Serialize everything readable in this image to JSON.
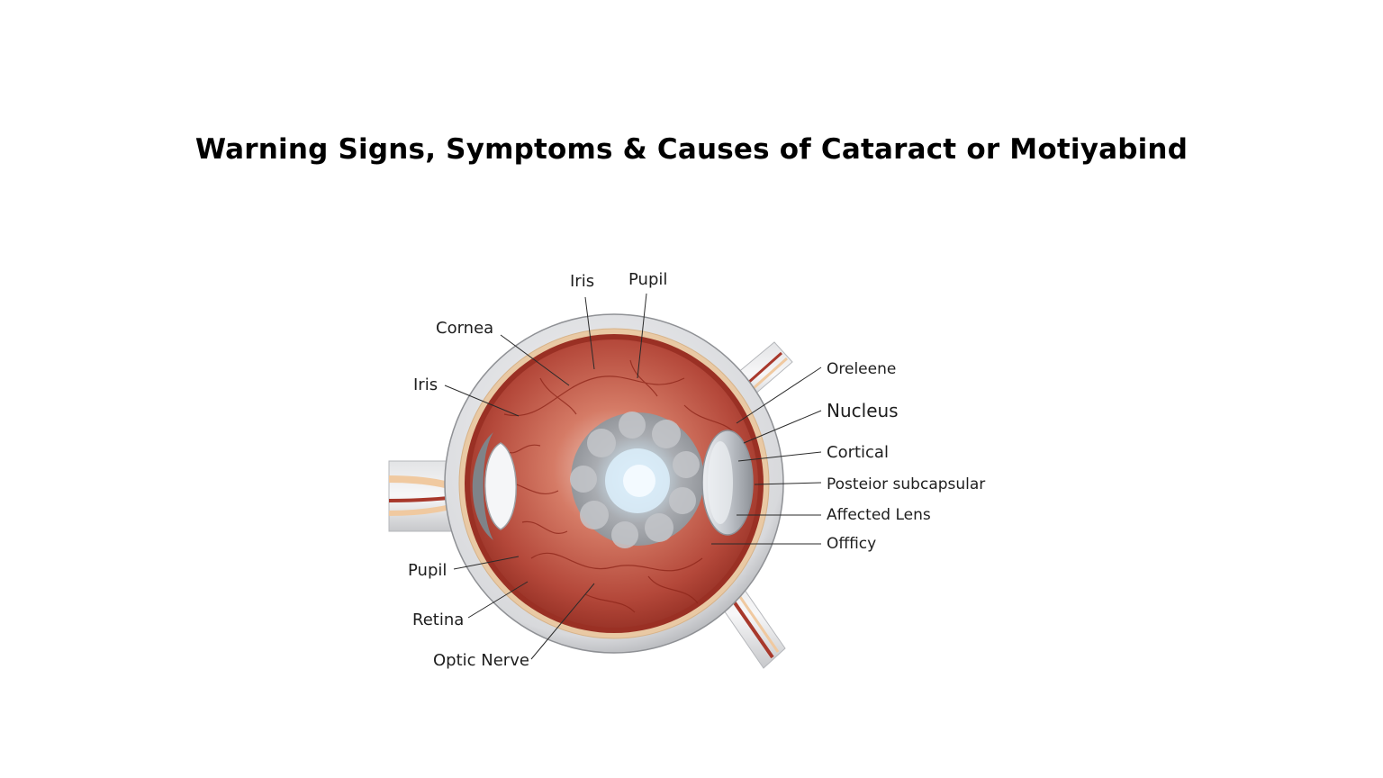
{
  "title": "Warning Signs, Symptoms & Causes of Cataract or Motiyabind",
  "labels": {
    "iris_top": "Iris",
    "pupil_top": "Pupil",
    "cornea": "Cornea",
    "iris_left": "Iris",
    "pupil_left": "Pupil",
    "retina": "Retina",
    "optic_nerve": "Optic Nerve",
    "oreleene": "Oreleene",
    "nucleus": "Nucleus",
    "cortical": "Cortical",
    "posterior_subcapsular": "Posteior subcapsular",
    "affected_lens": "Affected Lens",
    "offficy": "Offficy"
  },
  "colors": {
    "sclera": "#d9dadc",
    "sclera_edge": "#9ea0a4",
    "choroid": "#a8382b",
    "vitreous": "#c65a47",
    "vessel": "#8c2418",
    "cataract": "#b9bcc1",
    "cataract_core": "#dff0fb",
    "lens": "#c8ccd2"
  }
}
